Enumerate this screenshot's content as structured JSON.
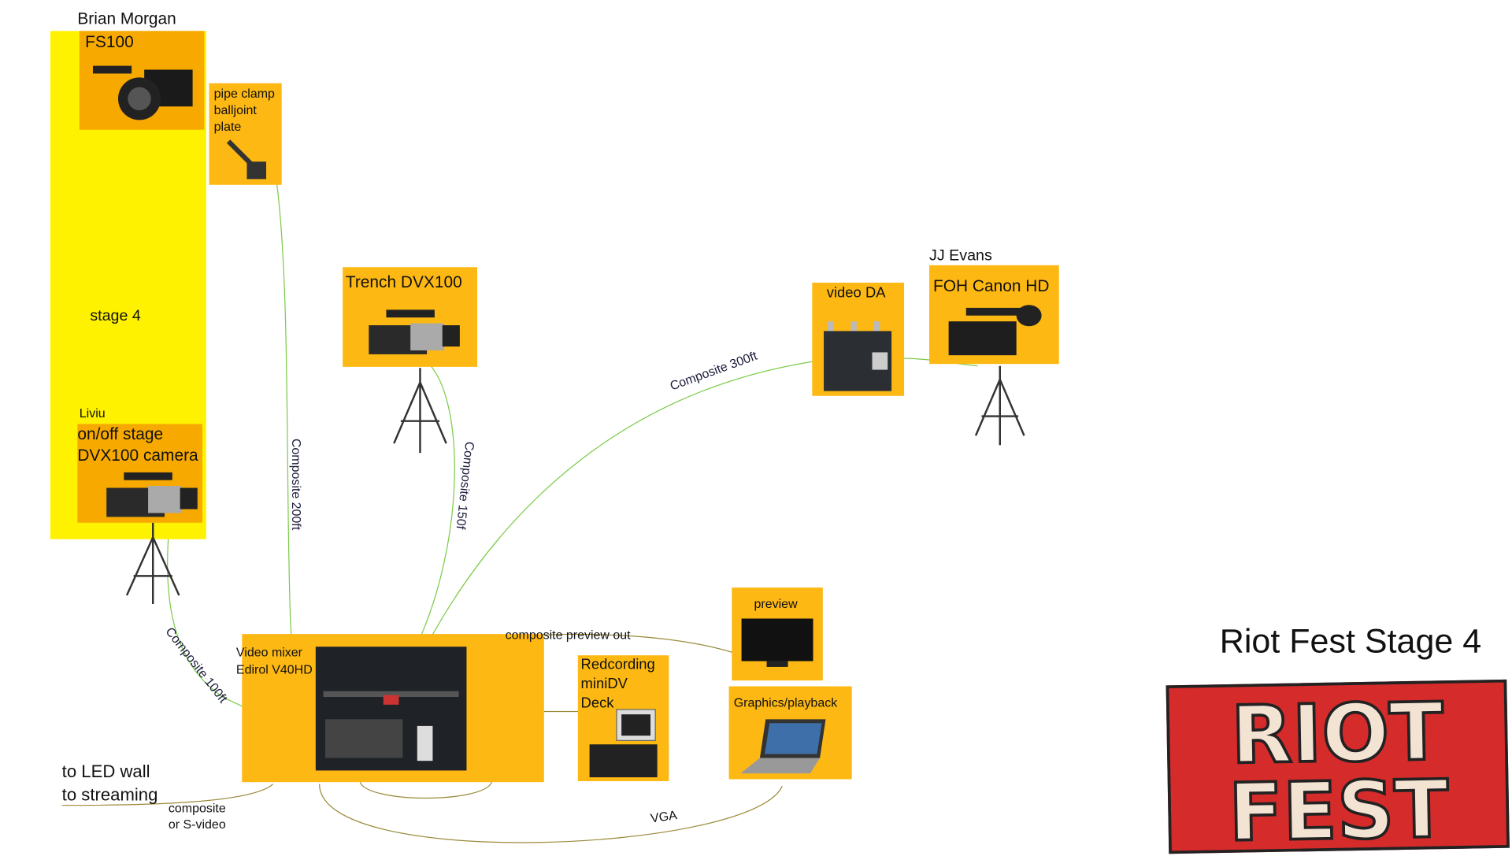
{
  "title": "Riot Fest Stage 4",
  "logo_text": "RIOT FEST",
  "stage": {
    "label": "stage 4"
  },
  "operators": {
    "brian": "Brian Morgan",
    "liviu": "Liviu",
    "jj": "JJ Evans"
  },
  "boxes": {
    "fs100": "FS100",
    "pipe_clamp": [
      "pipe clamp",
      "balljoint",
      "plate"
    ],
    "onoff": [
      "on/off stage",
      "DVX100 camera"
    ],
    "trench": "Trench  DVX100",
    "video_da": "video DA",
    "foh": "FOH Canon HD",
    "mixer": [
      "Video mixer",
      "Edirol V40HD"
    ],
    "deck": [
      "Redcording",
      "miniDV",
      "Deck"
    ],
    "preview": "preview",
    "graphics": "Graphics/playback"
  },
  "cables": {
    "c200": "Composite 200ft",
    "c150": "Composite 150f",
    "c300": "Composite 300ft",
    "c100": "Composite 100ft",
    "preview_out": "composite preview out",
    "vga": "VGA",
    "out": [
      "composite",
      "or S-video"
    ]
  },
  "outputs": [
    "to LED wall",
    "to streaming"
  ],
  "colors": {
    "stage": "#FFF200",
    "box": "#FDB813",
    "cable_video": "#7CCB4A",
    "cable_other": "#9A8A3A",
    "logo": "#D62B2B"
  }
}
